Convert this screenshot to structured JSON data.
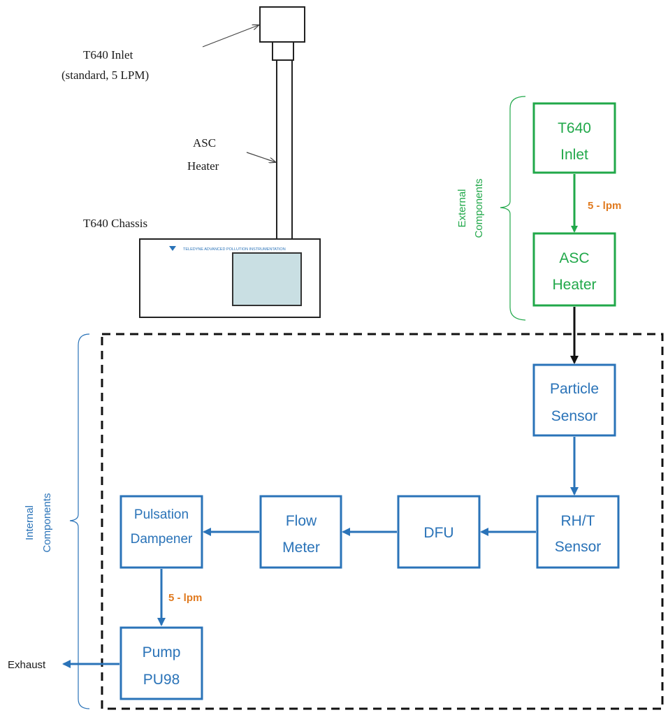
{
  "instrument": {
    "inlet_label_line1": "T640 Inlet",
    "inlet_label_line2": "(standard,  5 LPM)",
    "heater_label_line1": "ASC",
    "heater_label_line2": "Heater",
    "chassis_label": "T640 Chassis",
    "chassis_brand_text": "TELEDYNE ADVANCED POLLUTION INSTRUMENTATION"
  },
  "groups": {
    "external": {
      "line1": "External",
      "line2": "Components"
    },
    "internal": {
      "line1": "Internal",
      "line2": "Components"
    }
  },
  "blocks": {
    "t640_inlet": {
      "line1": "T640",
      "line2": "Inlet"
    },
    "asc_heater": {
      "line1": "ASC",
      "line2": "Heater"
    },
    "particle_sensor": {
      "line1": "Particle",
      "line2": "Sensor"
    },
    "rht_sensor": {
      "line1": "RH/T",
      "line2": "Sensor"
    },
    "dfu": {
      "line1": "DFU"
    },
    "flow_meter": {
      "line1": "Flow",
      "line2": "Meter"
    },
    "pulsation_dampener": {
      "line1": "Pulsation",
      "line2": "Dampener"
    },
    "pump": {
      "line1": "Pump",
      "line2": "PU98"
    }
  },
  "flow_labels": {
    "external": "5 - lpm",
    "internal": "5 - lpm"
  },
  "exhaust_label": "Exhaust",
  "colors": {
    "external": "#21a84a",
    "internal": "#2a73b8",
    "flow_label": "#e07a1f",
    "screen": "#c9dfe3",
    "text": "#1a1a1a"
  }
}
